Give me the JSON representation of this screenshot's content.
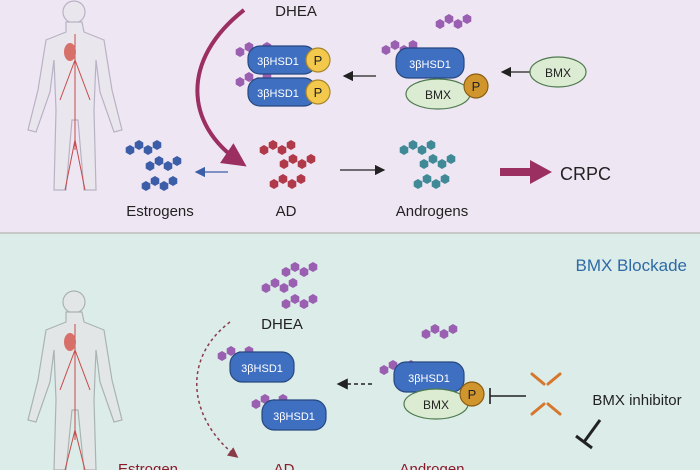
{
  "top_panel": {
    "background": "#efe6f4",
    "dhea": "DHEA",
    "enzyme": "3βHSD1",
    "phospho": "P",
    "kinase": "BMX",
    "estrogens": "Estrogens",
    "ad": "AD",
    "androgens": "Androgens",
    "crpc": "CRPC"
  },
  "bottom_panel": {
    "background": "#dcece9",
    "title": "BMX Blockade",
    "dhea": "DHEA",
    "enzyme": "3βHSD1",
    "phospho": "P",
    "kinase": "BMX",
    "inhibitor": "BMX inhibitor",
    "estrogens": "Estrogen",
    "ad": "AD",
    "androgens": "Androgen"
  },
  "colors": {
    "enzyme_blue": "#3f6fc1",
    "phospho_yellow": "#f2c94c",
    "kinase_green": "#dcecd3",
    "arrow_magenta": "#9b2f62",
    "steroid_purple": "#9a5fb1",
    "steroid_red": "#b03a4a",
    "steroid_teal": "#3f8a96",
    "steroid_blue": "#3c5ea8",
    "inhibitor_orange": "#d5772d"
  }
}
